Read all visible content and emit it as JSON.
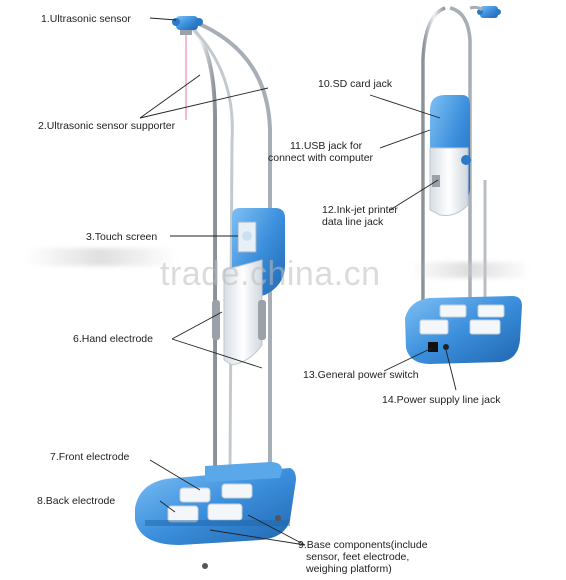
{
  "labels": {
    "l1": "1.Ultrasonic sensor",
    "l2": "2.Ultrasonic sensor supporter",
    "l3": "3.Touch screen",
    "l6": "6.Hand electrode",
    "l7": "7.Front electrode",
    "l8": "8.Back electrode",
    "l9a": "9.Base  components(include",
    "l9b": "sensor,  feet electrode,",
    "l9c": "weighing platform)",
    "l10": "10.SD card jack",
    "l11a": "11.USB jack for",
    "l11b": "connect with computer",
    "l12a": "12.Ink-jet printer",
    "l12b": "data line jack",
    "l13": "13.General power switch",
    "l14": "14.Power supply line jack"
  },
  "watermark": "trade.china.cn",
  "colors": {
    "device_blue": "#3b8fdc",
    "device_light": "#eef3f8",
    "pole": "#b9bec4",
    "leader": "#222222"
  }
}
